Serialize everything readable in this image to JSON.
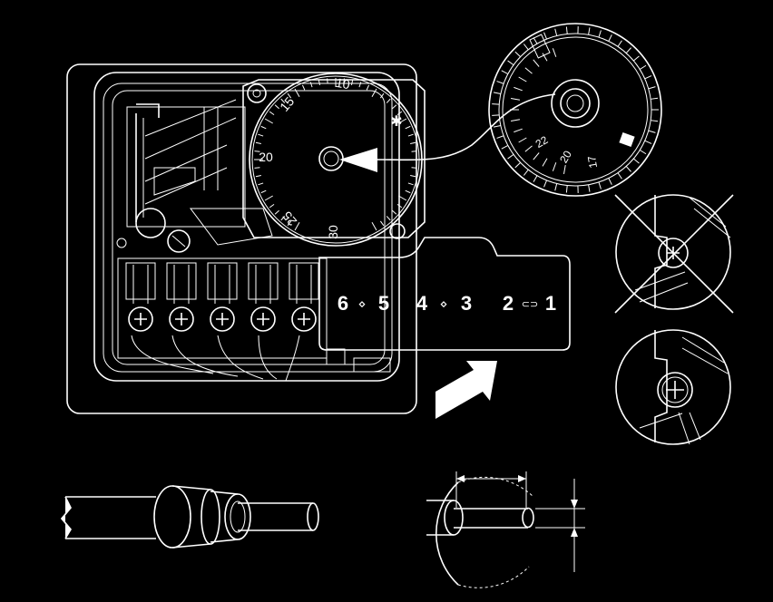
{
  "dial": {
    "scale_labels": [
      "10",
      "15",
      "20",
      "25",
      "30"
    ],
    "snowflake": "✱"
  },
  "detail_dial": {
    "scale_labels": [
      "22",
      "20",
      "17"
    ]
  },
  "terminal_labels": {
    "pair_a": {
      "left": "6",
      "right": "5",
      "separator": "⋄"
    },
    "pair_b": {
      "left": "4",
      "right": "3",
      "separator": "⋄"
    },
    "pair_c": {
      "left": "2",
      "right": "1",
      "separator": "⊂⊃"
    }
  },
  "colors": {
    "background": "#000000",
    "line": "#ffffff"
  }
}
